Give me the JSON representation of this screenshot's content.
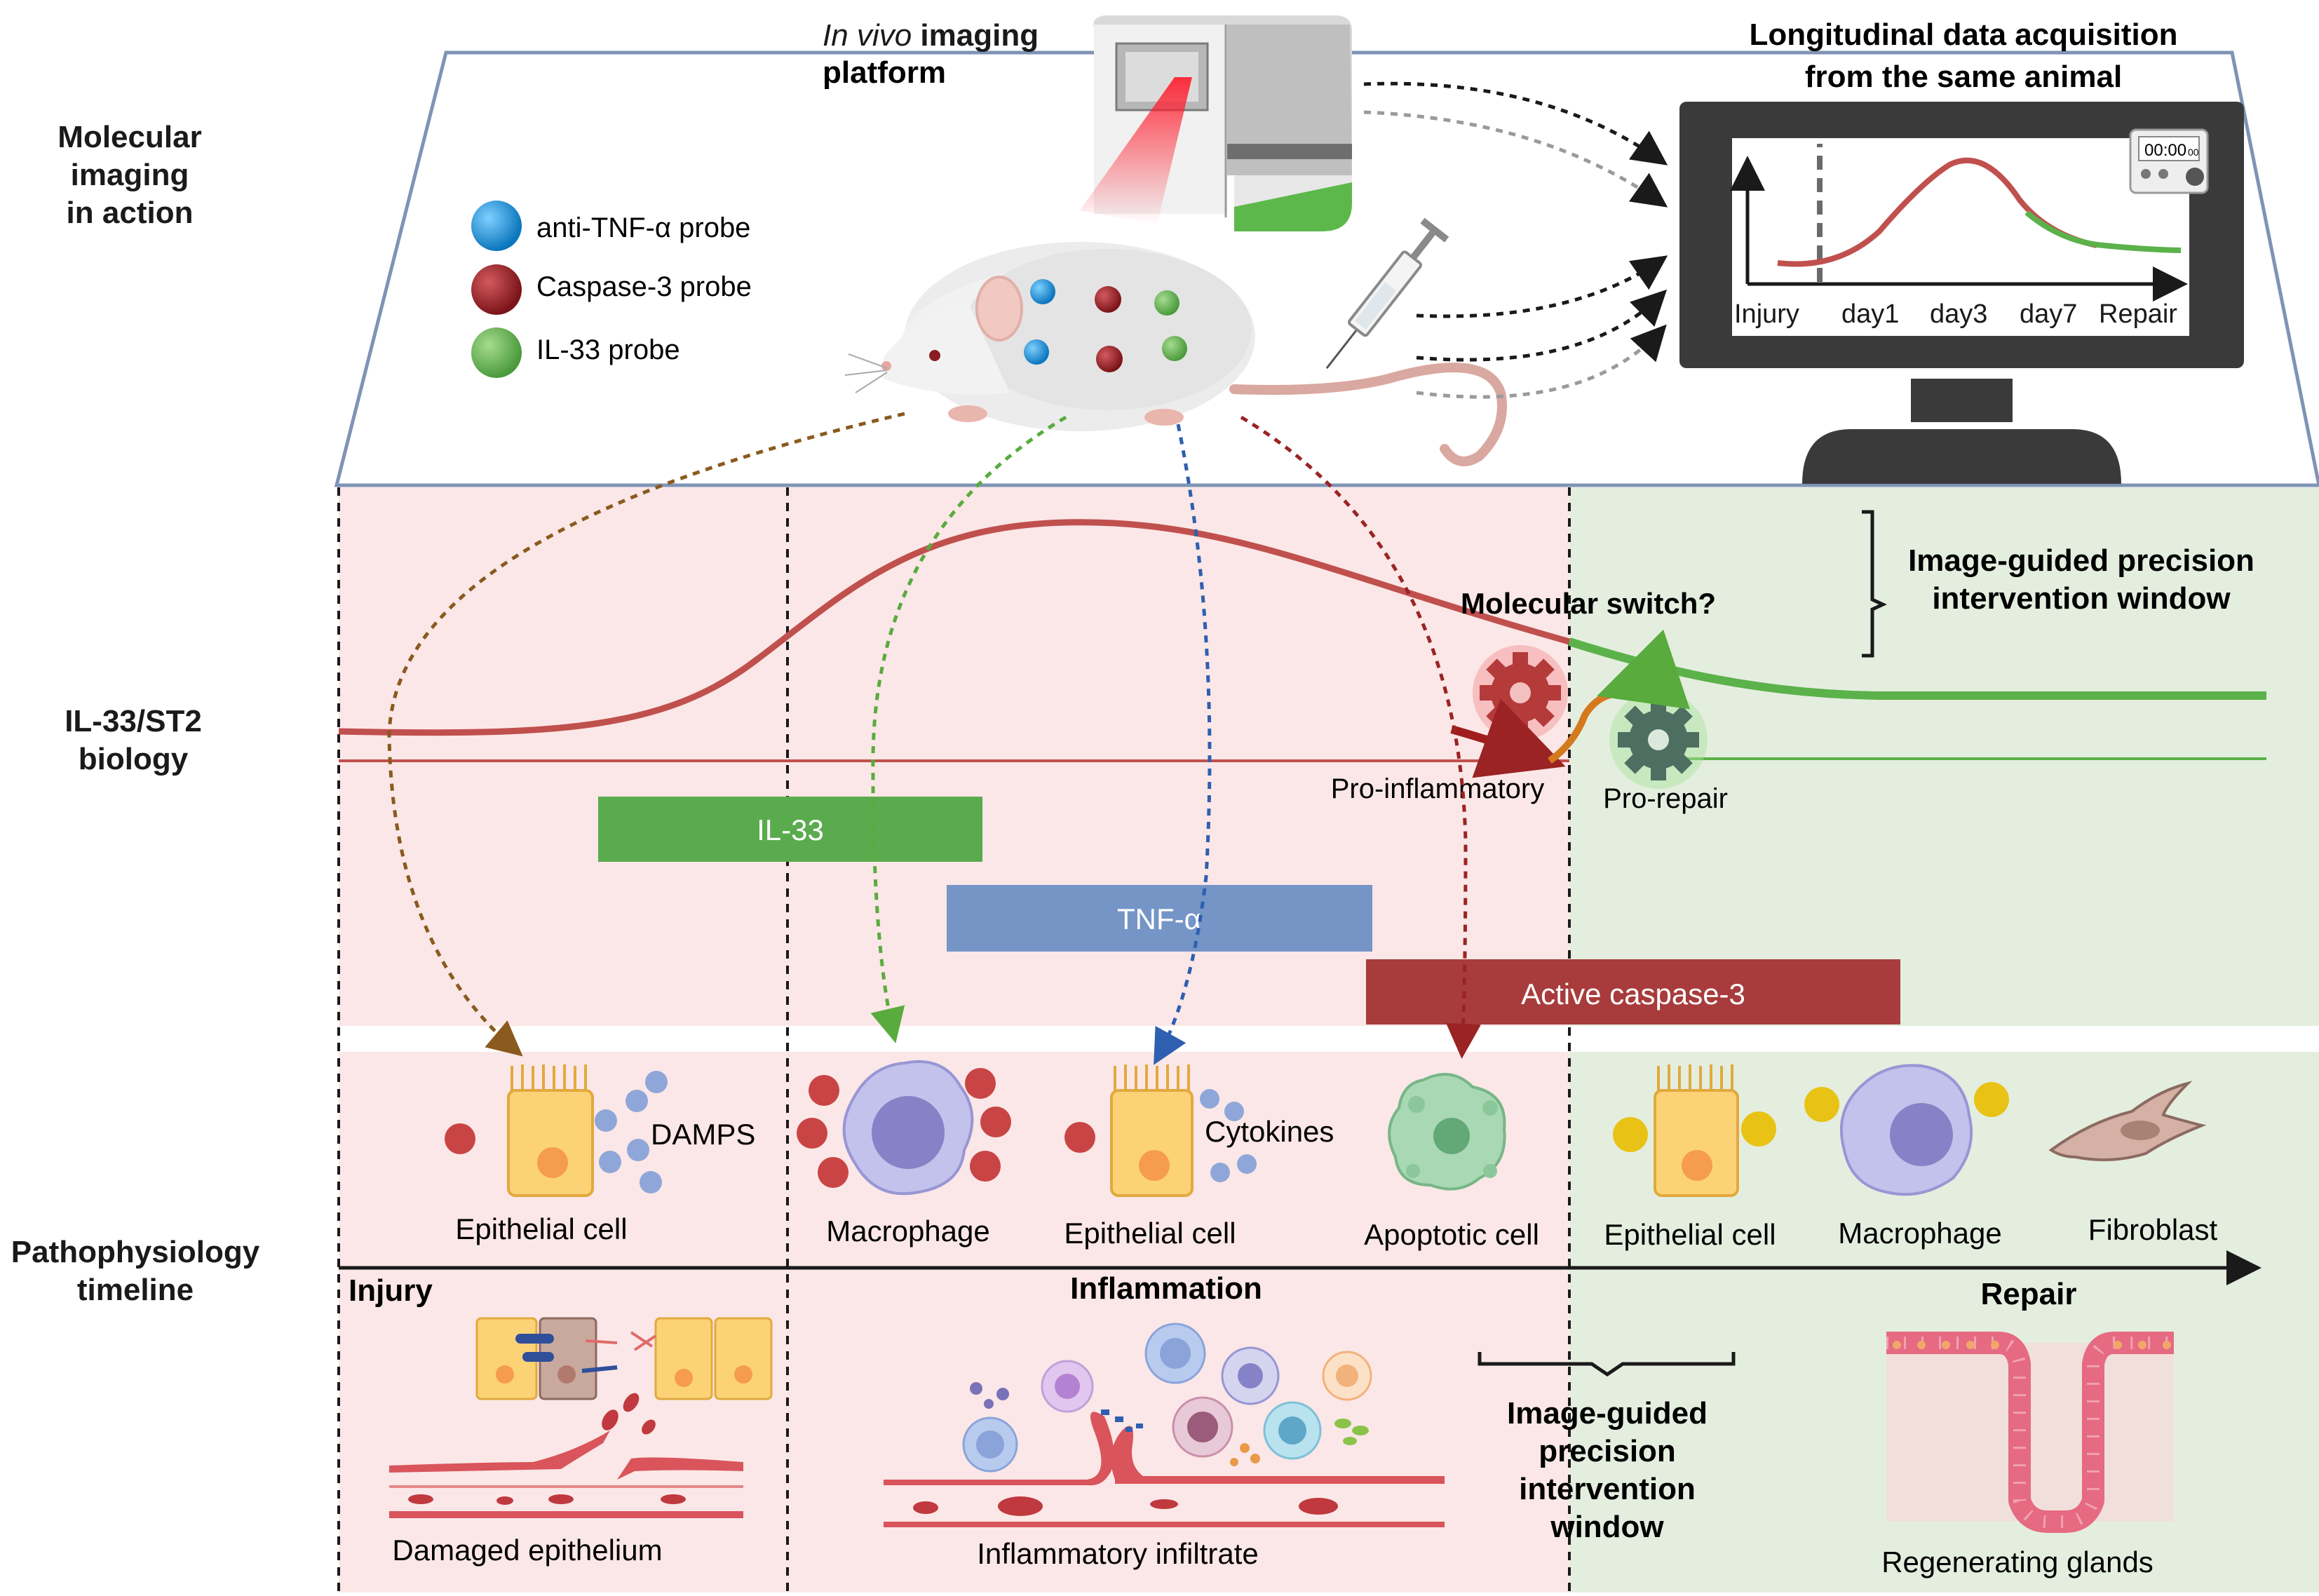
{
  "row_labels": {
    "molecular_imaging": [
      "Molecular",
      "imaging",
      "in action"
    ],
    "il33_biology": [
      "IL-33/ST2",
      "biology"
    ],
    "pathophysiology": [
      "Pathophysiology",
      "timeline"
    ]
  },
  "imaging_platform": {
    "italic": "In vivo",
    "rest": " imaging",
    "line2": "platform"
  },
  "longitudinal": {
    "line1": "Longitudinal data acquisition",
    "line2": "from the same animal"
  },
  "legend": [
    {
      "label": "anti-TNF-α probe",
      "color": "#1f8fd0"
    },
    {
      "label": "Caspase-3 probe",
      "color": "#8b1c22"
    },
    {
      "label": "IL-33 probe",
      "color": "#5aa849"
    }
  ],
  "monitor": {
    "ticks": [
      "Injury",
      "day1",
      "day3",
      "day7",
      "Repair"
    ],
    "timer": "00:00",
    "timer_small": "00"
  },
  "biology": {
    "molecular_switch": "Molecular switch?",
    "intervention_window": [
      "Image-guided precision",
      "intervention window"
    ],
    "pro_inflammatory": "Pro-inflammatory",
    "pro_repair": "Pro-repair",
    "bars": [
      {
        "label": "IL-33",
        "color": "#5aab4e"
      },
      {
        "label": "TNF-α",
        "color": "#7595c7"
      },
      {
        "label": "Active caspase-3",
        "color": "#a83c3c"
      }
    ]
  },
  "cells": {
    "damps": "DAMPS",
    "cytokines": "Cytokines",
    "labels": [
      "Epithelial cell",
      "Macrophage",
      "Epithelial cell",
      "Apoptotic cell",
      "Epithelial cell",
      "Macrophage",
      "Fibroblast"
    ]
  },
  "timeline": {
    "phases": [
      "Injury",
      "Inflammation",
      "Repair"
    ],
    "window": [
      "Image-guided",
      "precision",
      "intervention",
      "window"
    ],
    "captions": [
      "Damaged epithelium",
      "Inflammatory infiltrate",
      "Regenerating glands"
    ]
  },
  "colors": {
    "pink_bg": "#fbe7e7",
    "green_bg": "#e4eedf",
    "curve_red": "#c0504d",
    "curve_green": "#5bb14a"
  }
}
